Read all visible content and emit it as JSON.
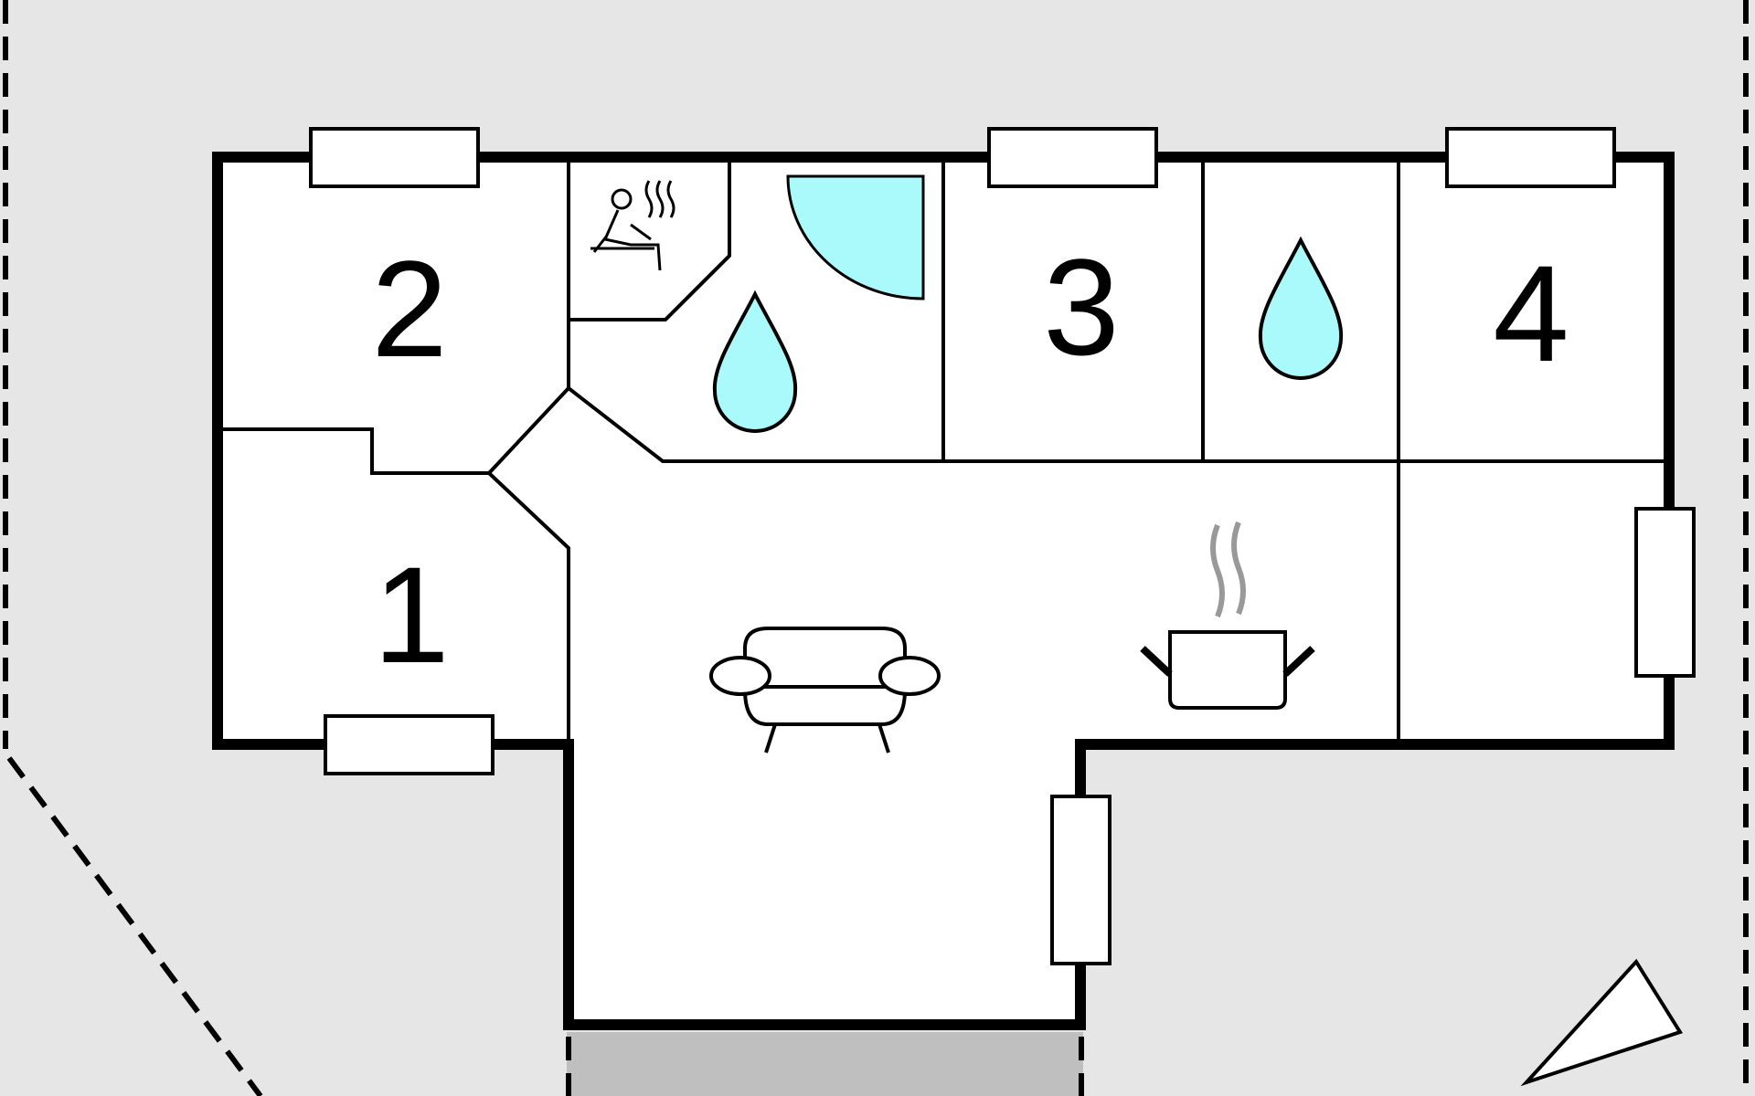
{
  "floor_plan": {
    "rooms": [
      {
        "id": "room-1",
        "label": "1",
        "type": "bedroom"
      },
      {
        "id": "room-2",
        "label": "2",
        "type": "bedroom"
      },
      {
        "id": "room-3",
        "label": "3",
        "type": "bedroom"
      },
      {
        "id": "room-4",
        "label": "4",
        "type": "bedroom"
      }
    ],
    "icons": [
      "sauna-icon",
      "shower-icon",
      "water-drop-icon",
      "water-drop-icon",
      "sofa-icon",
      "cooking-pot-icon",
      "north-arrow-icon"
    ],
    "colors": {
      "background": "#e6e6e6",
      "floor": "#ffffff",
      "water": "#aaf9fb",
      "terrace": "#bfbfbf",
      "wall": "#000000",
      "steam": "#999999"
    }
  }
}
